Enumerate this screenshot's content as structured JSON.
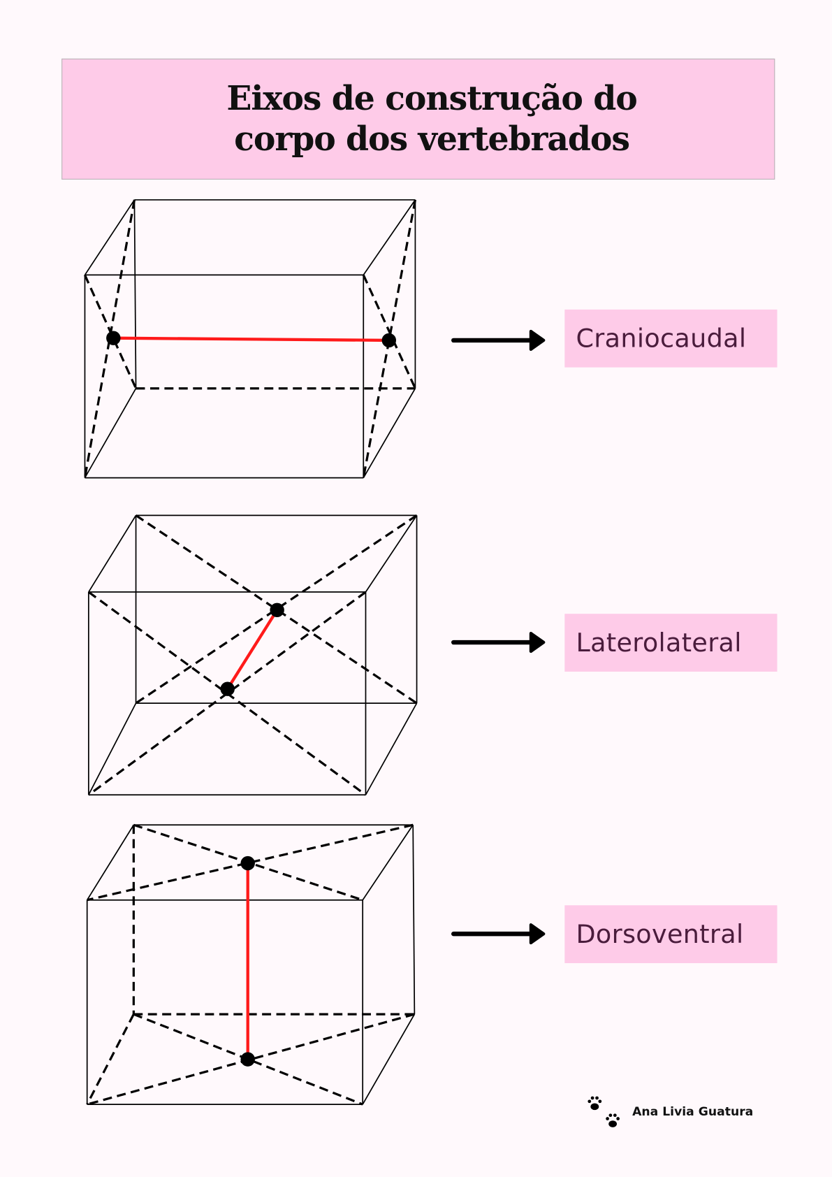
{
  "title": {
    "line1": "Eixos de construção do",
    "line2": "corpo dos vertebrados"
  },
  "axes": [
    {
      "label": "Craniocaudal"
    },
    {
      "label": "Laterolateral"
    },
    {
      "label": "Dorsoventral"
    }
  ],
  "author": "Ana Livia Guatura",
  "colors": {
    "background": "#fff9fc",
    "label_bg": "#fecbe8",
    "axis_line": "#ff1a1a",
    "label_text": "#4a1c3c"
  }
}
